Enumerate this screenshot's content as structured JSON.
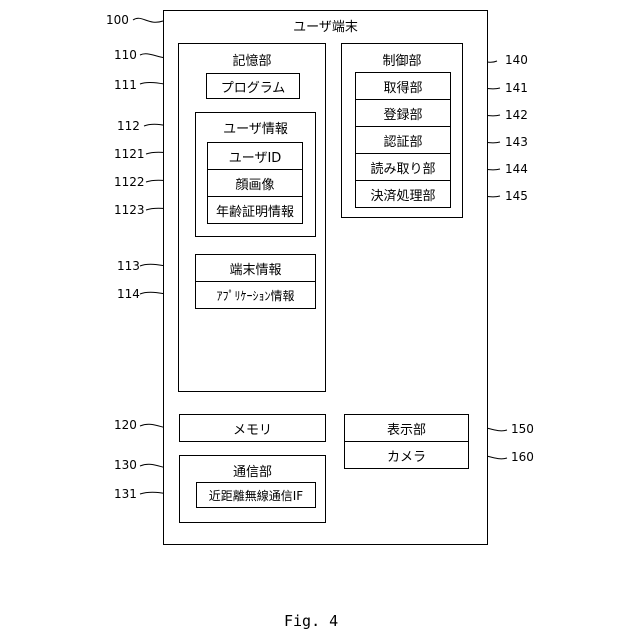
{
  "terminal": {
    "title": "ユーザ端末",
    "ref": "100"
  },
  "storage": {
    "title": "記憶部",
    "ref": "110",
    "program": {
      "label": "プログラム",
      "ref": "111"
    },
    "user_info": {
      "title": "ユーザ情報",
      "ref": "112",
      "items": [
        {
          "label": "ユーザID",
          "ref": "1121"
        },
        {
          "label": "顔画像",
          "ref": "1122"
        },
        {
          "label": "年齢証明情報",
          "ref": "1123"
        }
      ]
    },
    "terminal_info": {
      "label": "端末情報",
      "ref": "113"
    },
    "app_info": {
      "label": "ｱﾌﾟﾘｹｰｼｮﾝ情報",
      "ref": "114"
    }
  },
  "control": {
    "title": "制御部",
    "ref": "140",
    "items": [
      {
        "label": "取得部",
        "ref": "141"
      },
      {
        "label": "登録部",
        "ref": "142"
      },
      {
        "label": "認証部",
        "ref": "143"
      },
      {
        "label": "読み取り部",
        "ref": "144"
      },
      {
        "label": "決済処理部",
        "ref": "145"
      }
    ]
  },
  "memory": {
    "label": "メモリ",
    "ref": "120"
  },
  "communication": {
    "title": "通信部",
    "ref": "130",
    "nfc": {
      "label": "近距離無線通信IF",
      "ref": "131"
    }
  },
  "display": {
    "label": "表示部",
    "ref": "150"
  },
  "camera": {
    "label": "カメラ",
    "ref": "160"
  },
  "figure_caption": "Fig. 4"
}
